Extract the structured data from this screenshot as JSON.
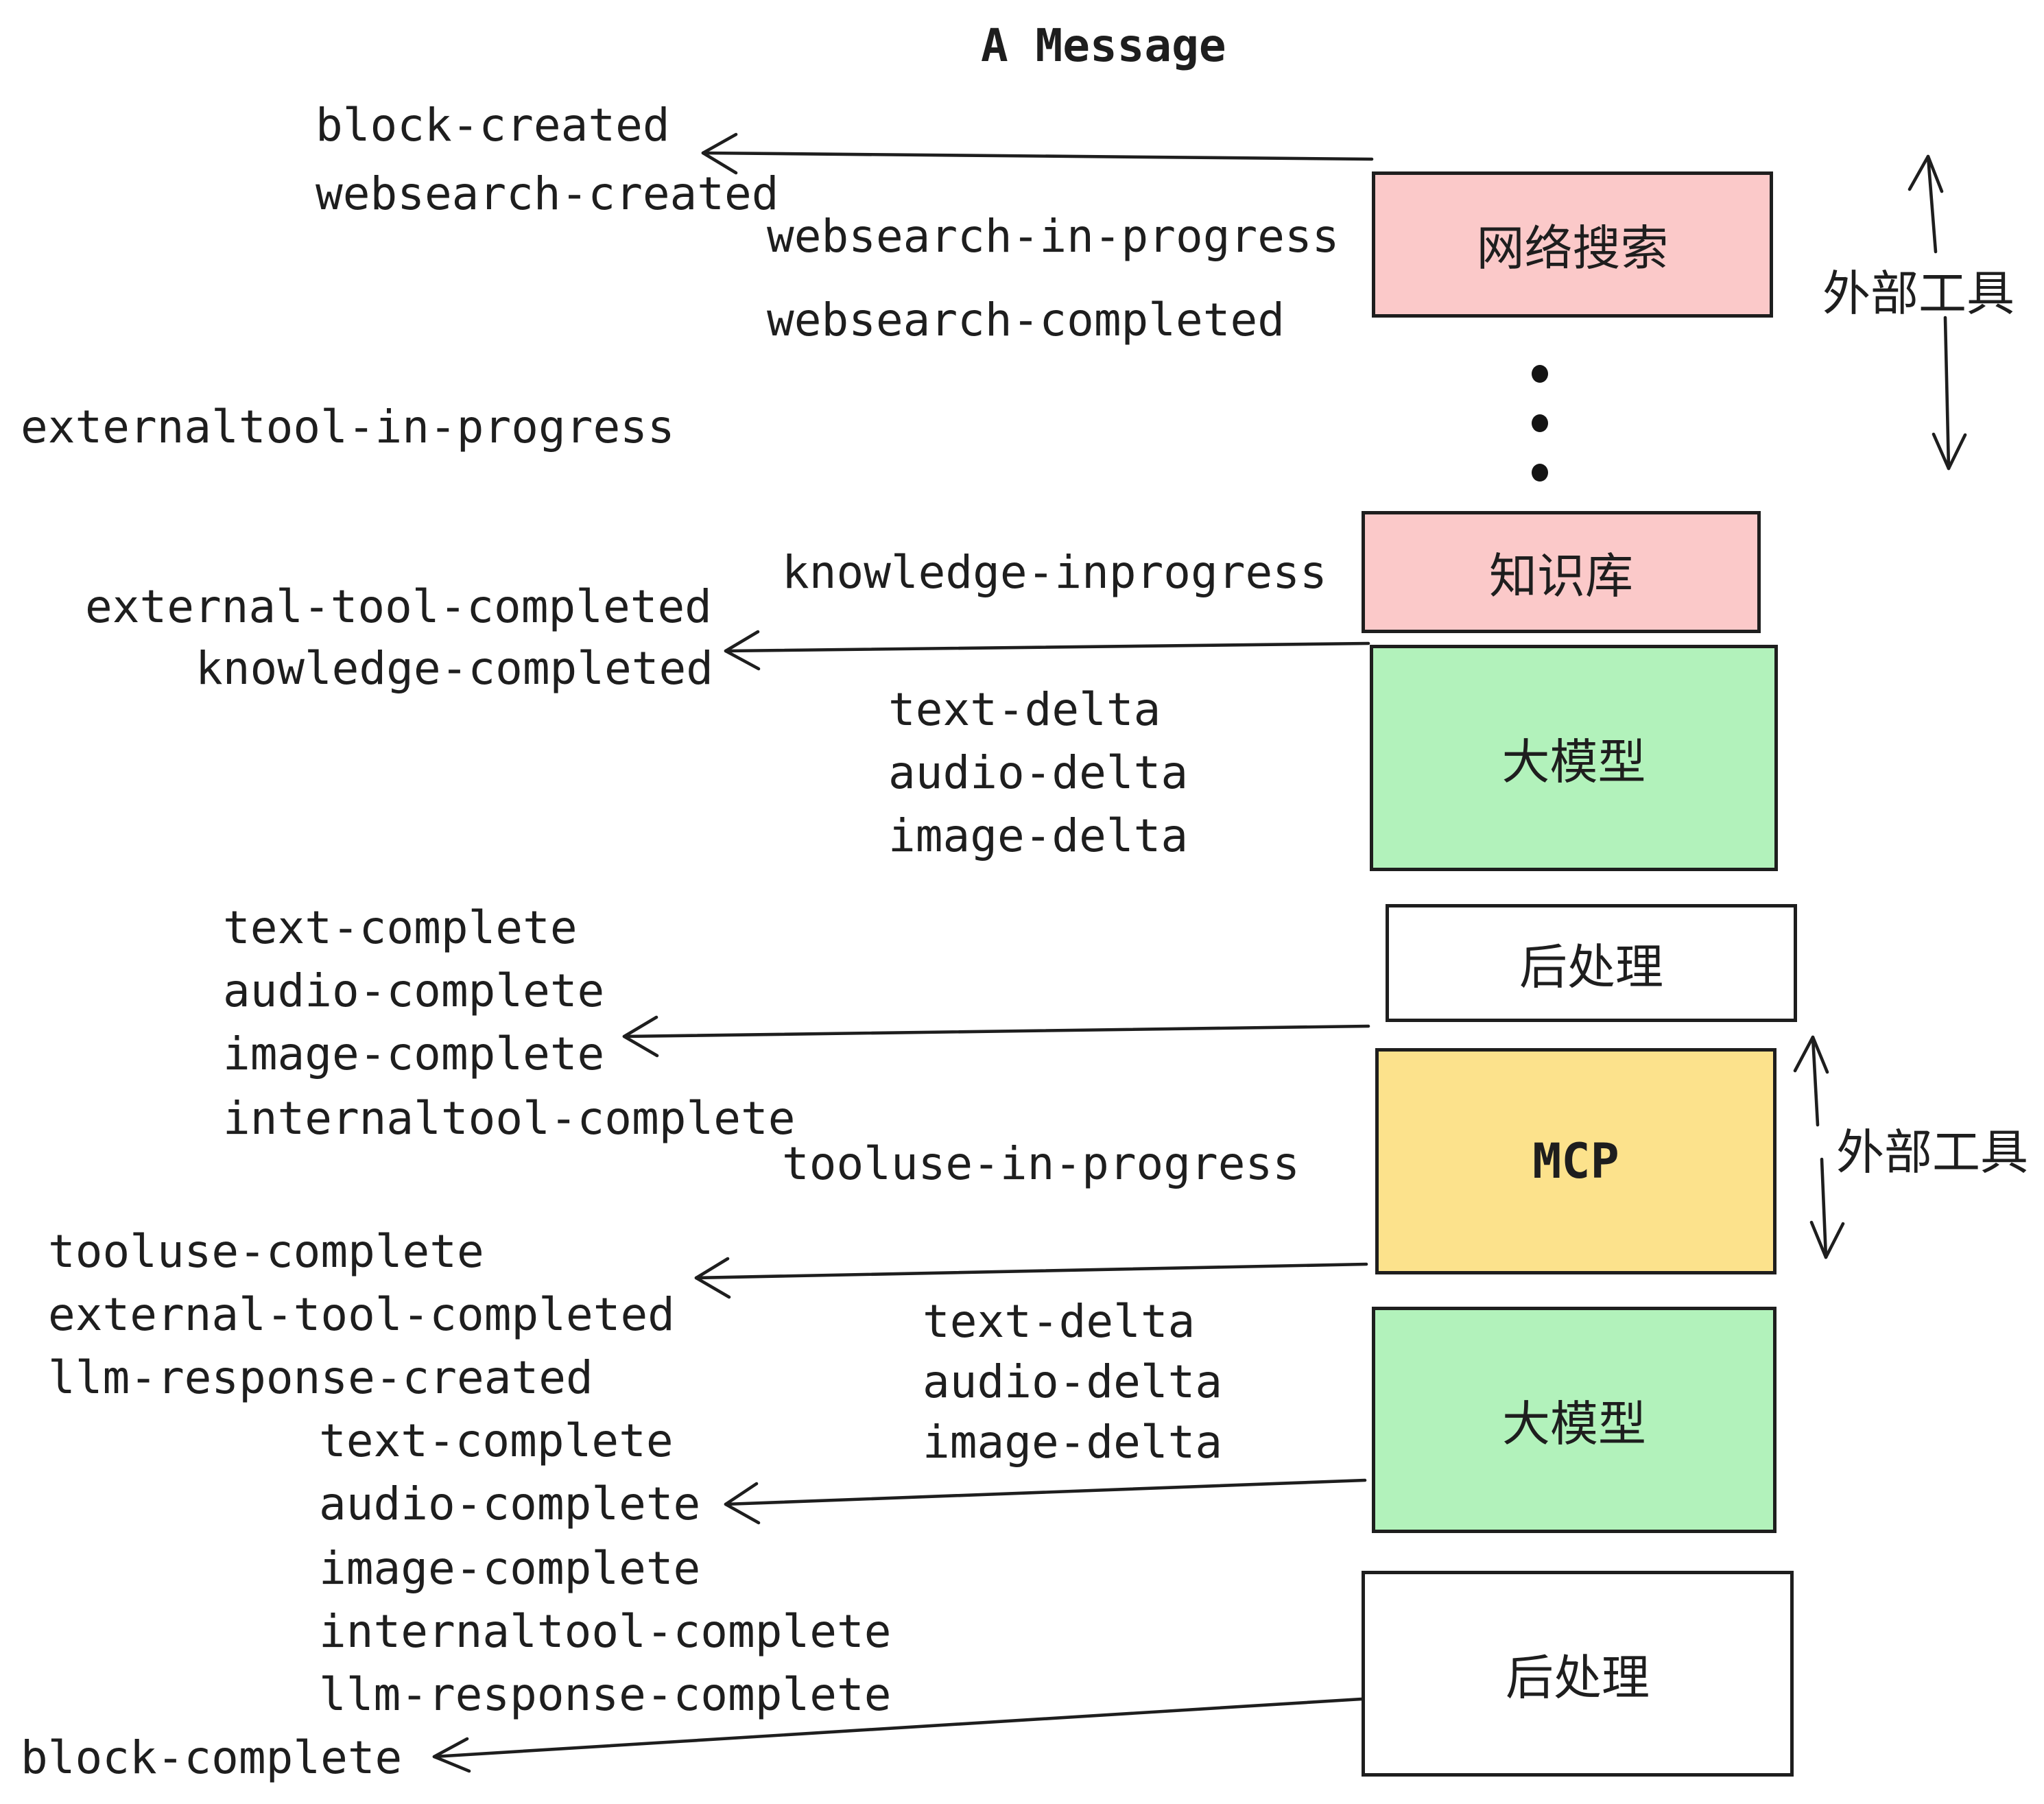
{
  "title": "A Message",
  "colors": {
    "pink": "#fbc9c9",
    "green": "#b2f2bb",
    "yellow": "#fce28c",
    "ink": "#1e1e1e",
    "background": "#ffffff"
  },
  "boxes": [
    {
      "id": "websearch",
      "label": "网络搜索",
      "fill": "#fbc9c9"
    },
    {
      "id": "knowledge",
      "label": "知识库",
      "fill": "#fbc9c9"
    },
    {
      "id": "llm-1",
      "label": "大模型",
      "fill": "#b2f2bb"
    },
    {
      "id": "post-1",
      "label": "后处理",
      "fill": "#ffffff"
    },
    {
      "id": "mcp",
      "label": "MCP",
      "fill": "#fce28c"
    },
    {
      "id": "llm-2",
      "label": "大模型",
      "fill": "#b2f2bb"
    },
    {
      "id": "post-2",
      "label": "后处理",
      "fill": "#ffffff"
    }
  ],
  "side_labels": [
    {
      "label": "外部工具"
    },
    {
      "label": "外部工具"
    }
  ],
  "vertical_ellipsis_dots": 3,
  "events": [
    {
      "text": "block-created"
    },
    {
      "text": "websearch-created"
    },
    {
      "text": "websearch-in-progress"
    },
    {
      "text": "websearch-completed"
    },
    {
      "text": "externaltool-in-progress"
    },
    {
      "text": "knowledge-inprogress"
    },
    {
      "text": "external-tool-completed"
    },
    {
      "text": "knowledge-completed"
    },
    {
      "text": "text-delta"
    },
    {
      "text": "audio-delta"
    },
    {
      "text": "image-delta"
    },
    {
      "text": "text-complete"
    },
    {
      "text": "audio-complete"
    },
    {
      "text": "image-complete"
    },
    {
      "text": "internaltool-complete"
    },
    {
      "text": "tooluse-in-progress"
    },
    {
      "text": "tooluse-complete"
    },
    {
      "text": "external-tool-completed"
    },
    {
      "text": "llm-response-created"
    },
    {
      "text": "text-complete"
    },
    {
      "text": "audio-complete"
    },
    {
      "text": "image-complete"
    },
    {
      "text": "internaltool-complete"
    },
    {
      "text": "llm-response-complete"
    },
    {
      "text": "block-complete"
    }
  ]
}
